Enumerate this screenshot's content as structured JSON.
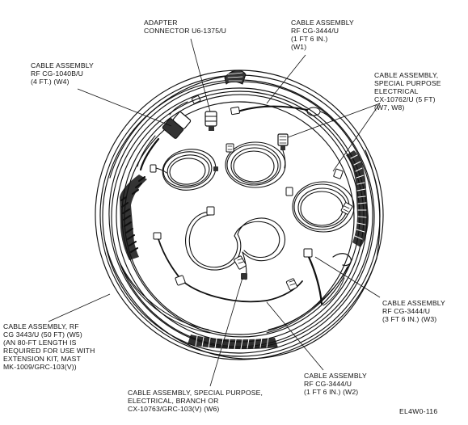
{
  "callouts": {
    "adapter": [
      "ADAPTER",
      "CONNECTOR U6-1375/U"
    ],
    "w1": [
      "CABLE ASSEMBLY",
      "RF CG-3444/U",
      "(1 FT 6 IN.)",
      "(W1)"
    ],
    "w4": [
      "CABLE ASSEMBLY",
      "RF CG-1040B/U",
      "(4 FT.) (W4)"
    ],
    "w7w8": [
      "CABLE ASSEMBLY,",
      "SPECIAL PURPOSE",
      "ELECTRICAL",
      "CX-10762/U (5 FT)",
      "(W7, W8)"
    ],
    "w3": [
      "CABLE ASSEMBLY",
      "RF CG-3444/U",
      "(3 FT 6 IN.) (W3)"
    ],
    "w5": [
      "CABLE ASSEMBLY, RF",
      "CG 3443/U (50 FT) (W5)",
      "(AN 80-FT LENGTH IS",
      "REQUIRED FOR USE WITH",
      "EXTENSION KIT, MAST",
      "MK-1009/GRC-103(V))"
    ],
    "w2": [
      "CABLE ASSEMBLY",
      "RF CG-3444/U",
      "(1 FT 6 IN.) (W2)"
    ],
    "w6": [
      "CABLE ASSEMBLY, SPECIAL PURPOSE,",
      "ELECTRICAL, BRANCH OR",
      "CX-10763/GRC-103(V) (W6)"
    ]
  },
  "figure_code": "EL4W0-116",
  "colors": {
    "ink": "#111111",
    "paper": "#ffffff",
    "shade": "#444444"
  }
}
